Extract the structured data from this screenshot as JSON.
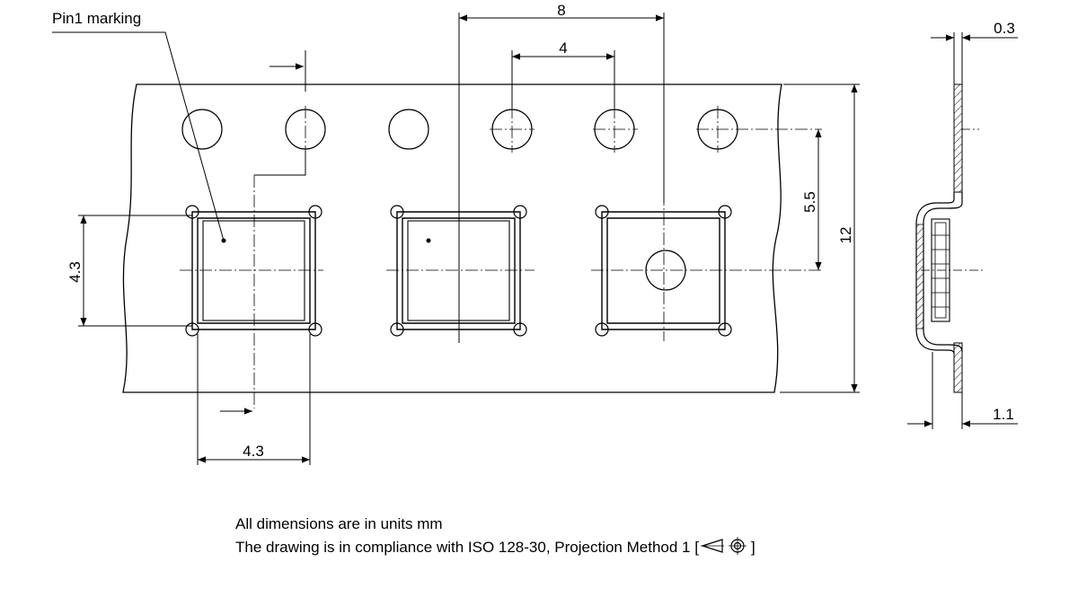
{
  "labels": {
    "pin1_marking": "Pin1 marking"
  },
  "dimensions": {
    "pitch_top": "8",
    "hole_pitch": "4",
    "hole_to_center": "5.5",
    "tape_width": "12",
    "pocket_height": "4.3",
    "pocket_width": "4.3",
    "tape_thickness": "0.3",
    "pocket_depth": "1.1"
  },
  "notes": {
    "units": "All dimensions are in units mm",
    "compliance_prefix": "The drawing is in compliance with ISO 128-30, Projection Method 1 [",
    "compliance_suffix": "]"
  },
  "colors": {
    "line": "#000000",
    "background": "#ffffff"
  },
  "icons": {
    "projection": "first-angle-projection-icon"
  }
}
